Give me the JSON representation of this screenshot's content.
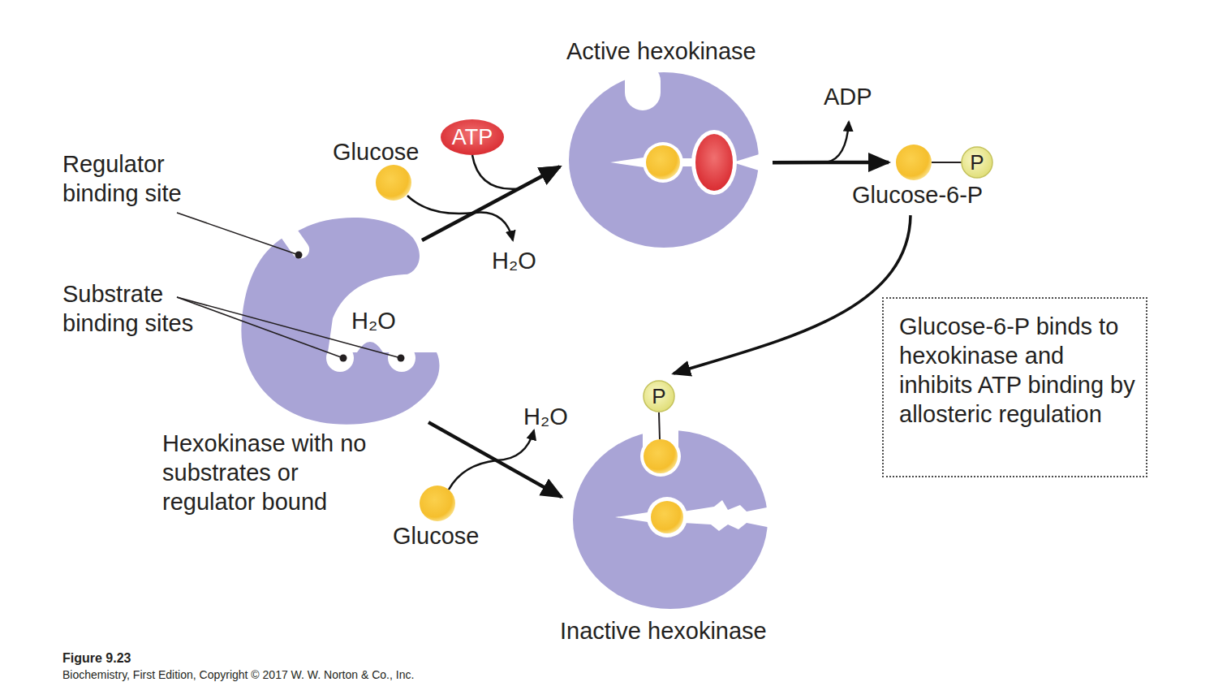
{
  "diagram": {
    "caption": "Figure 9.23",
    "nodes": [
      {
        "text": [
          "H₂O"
        ]
      },
      {
        "text": [
          "Active hexokinase"
        ]
      },
      {
        "text": [
          "ATP"
        ]
      },
      {
        "text": [
          "Glucose-6-P"
        ]
      },
      {
        "text": [
          "P"
        ],
        "in": 3
      },
      {
        "text": [
          "Inactive hexokinase"
        ]
      },
      {
        "text": [
          "P"
        ]
      },
      {
        "text": [
          "Glucose-6-P binds to hexokinase and inhibits ATP binding by allosteric regulation"
        ]
      }
    ],
    "edges": [
      {
        "from": 0,
        "to": 1,
        "arrow": "to"
      },
      {
        "from": 2,
        "to": 1,
        "arrow": "to"
      },
      {
        "from": 1,
        "to": 3,
        "arrow": "to"
      },
      {
        "from": 3,
        "to": 6,
        "arrow": "to"
      },
      {
        "from": 0,
        "to": 5,
        "arrow": "to"
      }
    ],
    "labels": [
      "Regulator binding site",
      "Substrate binding sites",
      "Hexokinase with no substrates or regulator bound",
      "Glucose",
      "H₂O",
      "ADP",
      "H₂O",
      "Glucose",
      "Biochemistry, First Edition, Copyright © 2017 W. W. Norton & Co., Inc."
    ]
  }
}
